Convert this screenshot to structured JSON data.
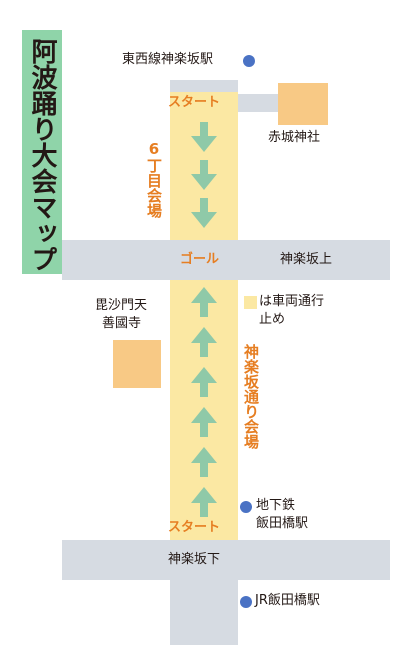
{
  "title": "阿波踊り大会マップ",
  "labels": {
    "higashi_zaisen": "東西線神楽坂駅",
    "start_top": "スタート",
    "akagi_jinja": "赤城神社",
    "venue_6chome": "6丁目会場",
    "goal": "ゴール",
    "kagurazaka_ue": "神楽坂上",
    "bishamonten_line1": "毘沙門天",
    "bishamonten_line2": "善國寺",
    "legend_line1": "は車両通行",
    "legend_line2": "止め",
    "venue_kagurazaka_dori": "神楽坂通り会場",
    "chikatetsu_line1": "地下鉄",
    "chikatetsu_line2": "飯田橋駅",
    "start_bottom": "スタート",
    "kagurazaka_shita": "神楽坂下",
    "jr_iidabashi": "JR飯田橋駅"
  },
  "icons": {
    "station": "station-dot-icon",
    "down_arrow": "down-arrow-icon",
    "up_arrow": "up-arrow-icon"
  },
  "colors": {
    "course": "#fbe8a3",
    "road": "#d6dbe2",
    "shrine": "#f8c985",
    "arrow": "#8fc9a8",
    "title_bg": "#8fd4a9",
    "accent": "#e67e22",
    "station": "#4a72c4"
  }
}
